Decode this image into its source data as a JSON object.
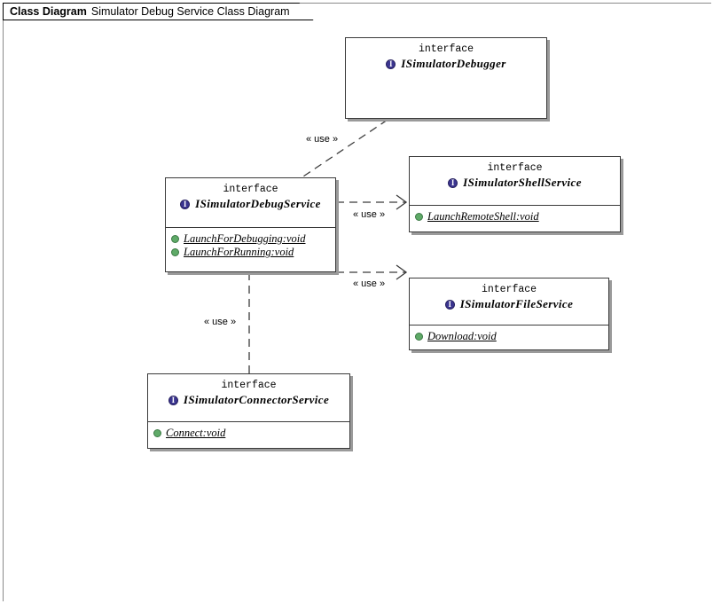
{
  "titleTab": {
    "kind": "Class Diagram",
    "name": "Simulator Debug Service Class Diagram"
  },
  "colors": {
    "interface_icon": "#3b3590",
    "public_icon": "#5faa68",
    "box_border": "#3a3a3a",
    "box_shadow": "#9a9a9a",
    "canvas": "#ffffff"
  },
  "icons": {
    "interface": "interface-icon",
    "public_member": "public-visibility-icon"
  },
  "classes": [
    {
      "id": "debugger",
      "stereotype": "interface",
      "name": "ISimulatorDebugger",
      "members": []
    },
    {
      "id": "debugservice",
      "stereotype": "interface",
      "name": "ISimulatorDebugService",
      "members": [
        "LaunchForDebugging:void",
        "LaunchForRunning:void"
      ]
    },
    {
      "id": "shellservice",
      "stereotype": "interface",
      "name": "ISimulatorShellService",
      "members": [
        "LaunchRemoteShell:void"
      ]
    },
    {
      "id": "fileservice",
      "stereotype": "interface",
      "name": "ISimulatorFileService",
      "members": [
        "Download:void"
      ]
    },
    {
      "id": "connectorservice",
      "stereotype": "interface",
      "name": "ISimulatorConnectorService",
      "members": [
        "Connect:void"
      ]
    }
  ],
  "relations": [
    {
      "id": "use-debugger",
      "label": "« use »",
      "from": "debugservice",
      "to": "debugger"
    },
    {
      "id": "use-shell",
      "label": "« use »",
      "from": "debugservice",
      "to": "shellservice"
    },
    {
      "id": "use-file",
      "label": "« use »",
      "from": "debugservice",
      "to": "fileservice"
    },
    {
      "id": "use-connector",
      "label": "« use »",
      "from": "debugservice",
      "to": "connectorservice"
    }
  ]
}
